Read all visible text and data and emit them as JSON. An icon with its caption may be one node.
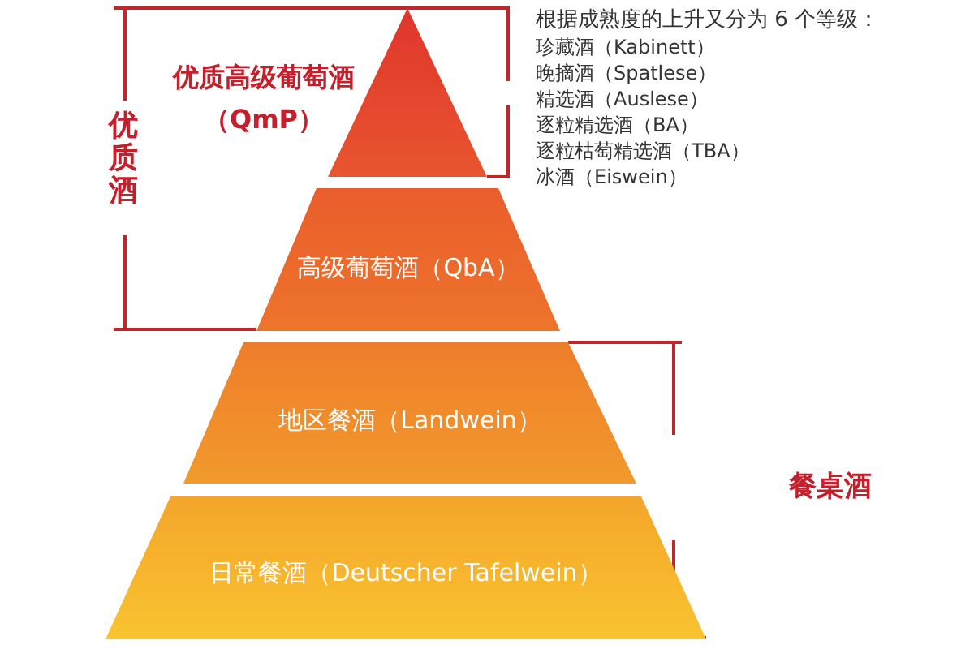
{
  "diagram": {
    "nodes": [
      {
        "text": [
          "优质高级葡萄酒（QmP）"
        ]
      },
      {
        "text": [
          "高级葡萄酒（QbA）"
        ]
      },
      {
        "text": [
          "地区餐酒（Landwein）"
        ]
      },
      {
        "text": [
          "日常餐酒（Deutscher Tafelwein）"
        ]
      }
    ],
    "labels": [
      "根据成熟度的上升又分为 6 个等级：",
      "珍藏酒（Kabinett）",
      "晚摘酒（Spatlese）",
      "精选酒（Auslese）",
      "逐粒精选酒（BA）",
      "逐粒枯萄精选酒（TBA）",
      "冰酒（Eiswein）",
      "优质酒",
      "餐桌酒"
    ]
  }
}
